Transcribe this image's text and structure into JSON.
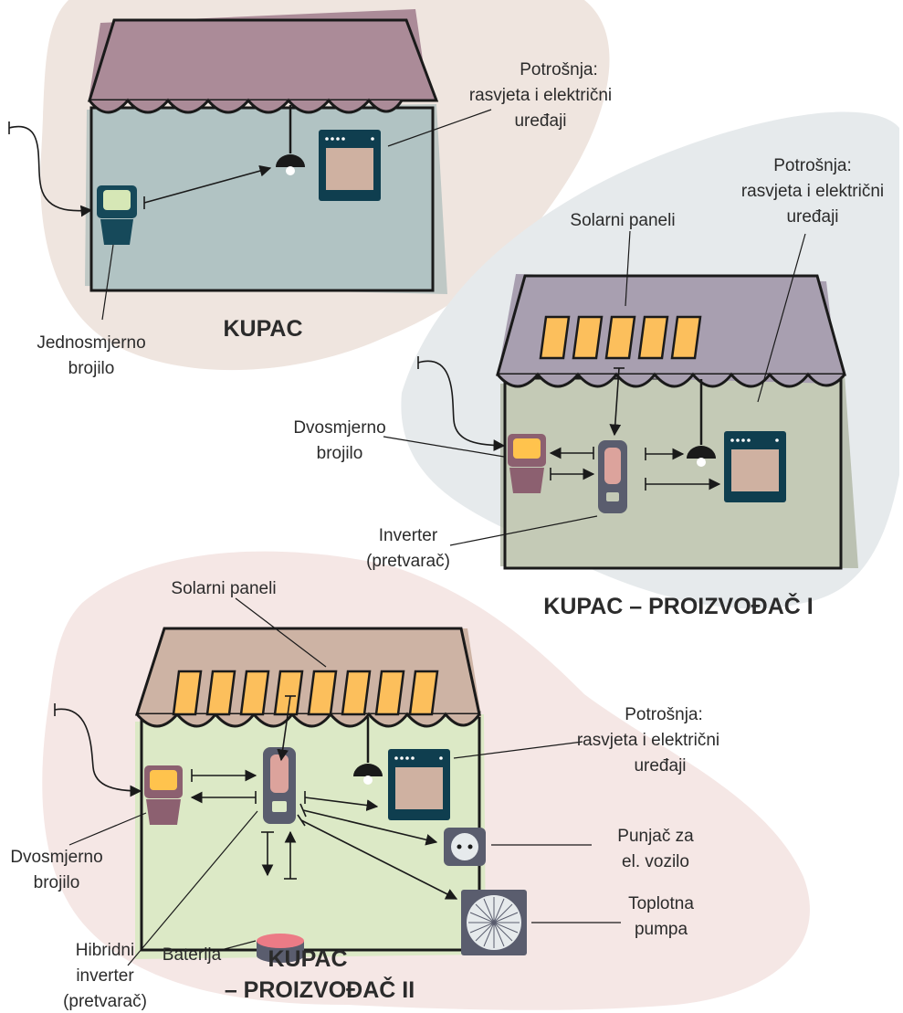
{
  "colors": {
    "blob_top": "#efe5df",
    "blob_mid": "#e6eaec",
    "blob_bottom": "#f5e7e5",
    "house1_wall": "#b1c3c3",
    "house1_roof": "#ab8b98",
    "house2_wall": "#c4cab6",
    "house2_roof": "#a89fb0",
    "house3_wall": "#dce9c6",
    "house3_roof": "#cdb3a4",
    "panel": "#fcbf5c",
    "oven": "#0f3e4f",
    "oven_window": "#cfb1a1",
    "meter_dark": "#16495a",
    "meter_screen": "#d6e7b6",
    "meter2": "#8c6070",
    "meter_screen2": "#ffc34d",
    "inverter": "#5a5d6e",
    "inverter_screen": "#dca39c",
    "battery_top": "#ec7b86"
  },
  "scene1": {
    "consumption": [
      "Potrošnja:",
      "rasvjeta i električni",
      "uređaji"
    ],
    "meter": [
      "Jednosmjerno",
      "brojilo"
    ],
    "title": "KUPAC"
  },
  "scene2": {
    "panels": "Solarni paneli",
    "consumption": [
      "Potrošnja:",
      "rasvjeta i električni",
      "uređaji"
    ],
    "meter": [
      "Dvosmjerno",
      "brojilo"
    ],
    "inverter": [
      "Inverter",
      "(pretvarač)"
    ],
    "title": "KUPAC – PROIZVOĐAČ I"
  },
  "scene3": {
    "panels": "Solarni paneli",
    "consumption": [
      "Potrošnja:",
      "rasvjeta i električni",
      "uređaji"
    ],
    "meter": [
      "Dvosmjerno",
      "brojilo"
    ],
    "inverter": [
      "Hibridni",
      "inverter",
      "(pretvarač)"
    ],
    "battery": "Baterija",
    "charger": [
      "Punjač za",
      "el. vozilo"
    ],
    "heatpump": [
      "Toplotna",
      "pumpa"
    ],
    "title_lines": [
      "KUPAC",
      "– PROIZVOĐAČ II"
    ]
  }
}
